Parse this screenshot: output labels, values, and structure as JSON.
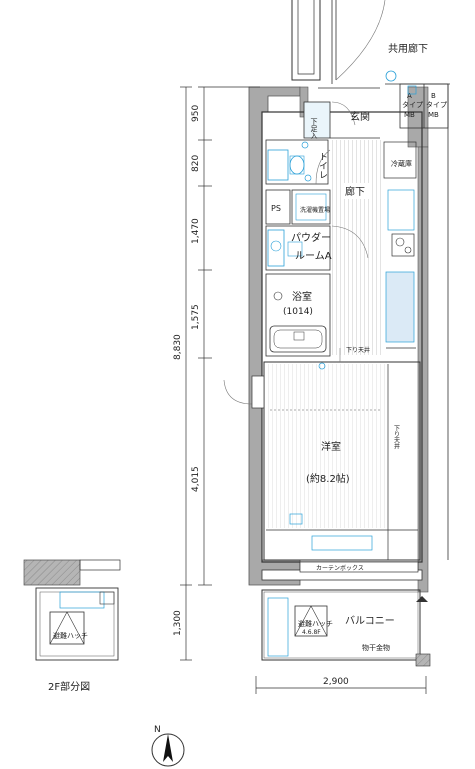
{
  "rooms": {
    "common_corridor": "共用廊下",
    "shoe_box": "下足入",
    "entrance": "玄関",
    "toilet": "トイレ",
    "hallway": "廊下",
    "ps": "PS",
    "washer_space": "洗濯機置場",
    "powder_room_1": "パウダー",
    "powder_room_2": "ルームA",
    "bathroom": "浴室",
    "bathroom_size": "(1014)",
    "western_room": "洋室",
    "western_room_size": "(約8.2帖)",
    "balcony": "バルコニー",
    "evac_hatch": "避難ハッチ",
    "evac_hatch_2": "避難ハッチ",
    "evac_hatch_2_size": "4.6.8F",
    "laundry_hardware": "物干金物",
    "curtain_box": "カーテンボックス",
    "fridge": "冷蔵庫",
    "flow_ceiling": "下り天井",
    "ceiling_drop": "下り天井",
    "floor_plan_2f": "2F部分図",
    "mb_a_1": "A",
    "mb_a_2": "タイプ",
    "mb_a_3": "MB",
    "mb_b_1": "B",
    "mb_b_2": "タイプ",
    "mb_b_3": "MB"
  },
  "dimensions": {
    "d950": "950",
    "d820": "820",
    "d1470": "1,470",
    "d1575": "1,575",
    "d4015": "4,015",
    "d8830": "8,830",
    "d1300": "1,300",
    "d2900": "2,900"
  },
  "compass": {
    "label": "N"
  },
  "colors": {
    "fixture": "#2aa0d8",
    "wall": "#9a9a9a",
    "line": "#333333"
  }
}
